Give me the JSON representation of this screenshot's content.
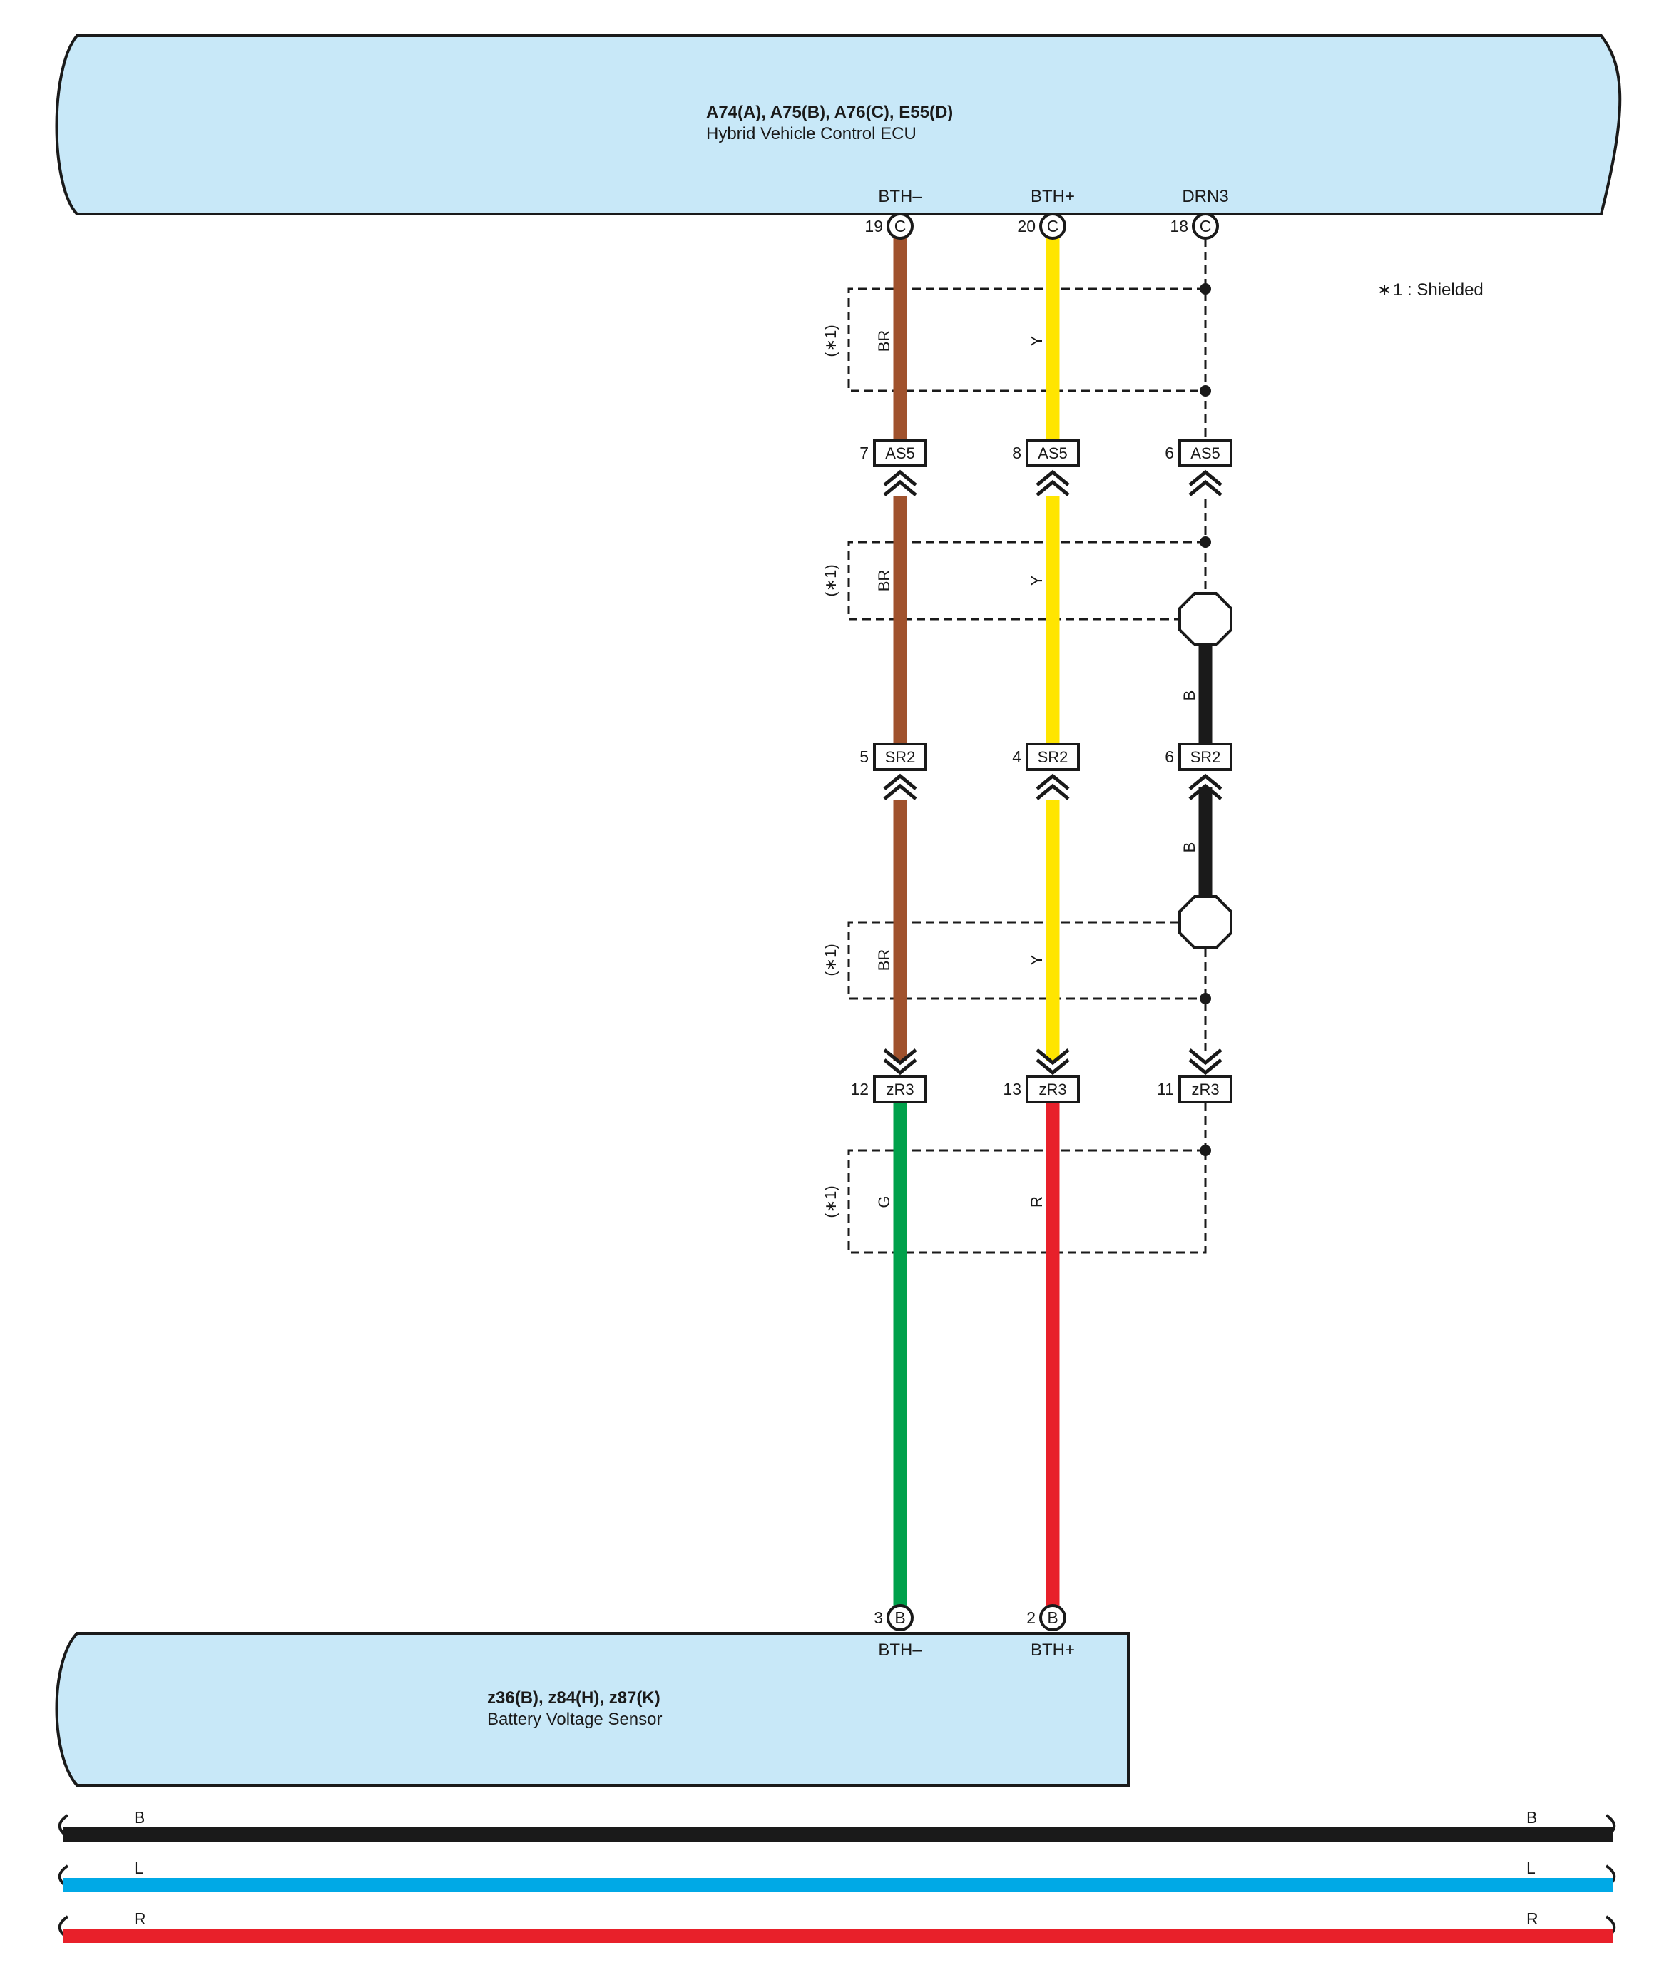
{
  "ecu": {
    "title": "A74(A), A75(B), A76(C), E55(D)",
    "subtitle": "Hybrid Vehicle Control ECU",
    "fill": "#c8e8f8",
    "pins": [
      {
        "name": "BTH–",
        "number": "19",
        "conn": "C"
      },
      {
        "name": "BTH+",
        "number": "20",
        "conn": "C"
      },
      {
        "name": "DRN3",
        "number": "18",
        "conn": "C"
      }
    ]
  },
  "sensor": {
    "title": "z36(B), z84(H), z87(K)",
    "subtitle": "Battery Voltage Sensor",
    "fill": "#c8e8f8",
    "pins": [
      {
        "name": "BTH–",
        "number": "3",
        "conn": "B"
      },
      {
        "name": "BTH+",
        "number": "2",
        "conn": "B"
      }
    ]
  },
  "note": {
    "symbol": "∗",
    "text": "1 : Shielded",
    "shield_mark": "(∗1)"
  },
  "connectors": {
    "as5": {
      "label": "AS5",
      "pins": [
        "7",
        "8",
        "6"
      ]
    },
    "sr2": {
      "label": "SR2",
      "pins": [
        "5",
        "4",
        "6"
      ]
    },
    "zr3": {
      "label": "zR3",
      "pins": [
        "12",
        "13",
        "11"
      ]
    }
  },
  "wire_colors": {
    "BR": "#a0522d",
    "Y": "#ffe500",
    "B": "#1a1a1a",
    "G": "#00a14b",
    "R": "#e8202a",
    "L": "#00a9e6"
  },
  "wires": {
    "upper": [
      "BR",
      "Y"
    ],
    "drain": "B",
    "lower": [
      "G",
      "R"
    ]
  },
  "legend": [
    {
      "code": "B",
      "color": "#1a1a1a"
    },
    {
      "code": "L",
      "color": "#00a9e6"
    },
    {
      "code": "R",
      "color": "#e8202a"
    }
  ]
}
